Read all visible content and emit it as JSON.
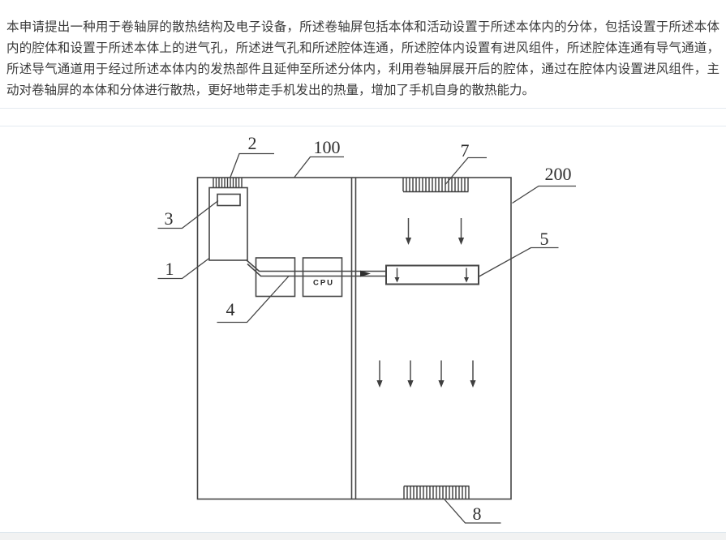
{
  "abstract": {
    "text": "本申请提出一种用于卷轴屏的散热结构及电子设备，所述卷轴屏包括本体和活动设置于所述本体内的分体，包括设置于所述本体内的腔体和设置于所述本体上的进气孔，所述进气孔和所述腔体连通，所述腔体内设置有进风组件，所述腔体连通有导气通道，所述导气通道用于经过所述本体内的发热部件且延伸至所述分体内，利用卷轴屏展开后的腔体，通过在腔体内设置进风组件，主动对卷轴屏的本体和分体进行散热，更好地带走手机发出的热量，增加了手机自身的散热能力。"
  },
  "figure": {
    "cpu_label": "CPU",
    "labels": {
      "n1": "1",
      "n2": "2",
      "n3": "3",
      "n4": "4",
      "n5": "5",
      "n7": "7",
      "n8": "8",
      "n100": "100",
      "n200": "200"
    },
    "line_color": "#454545",
    "text_color": "#3a3a3a"
  }
}
